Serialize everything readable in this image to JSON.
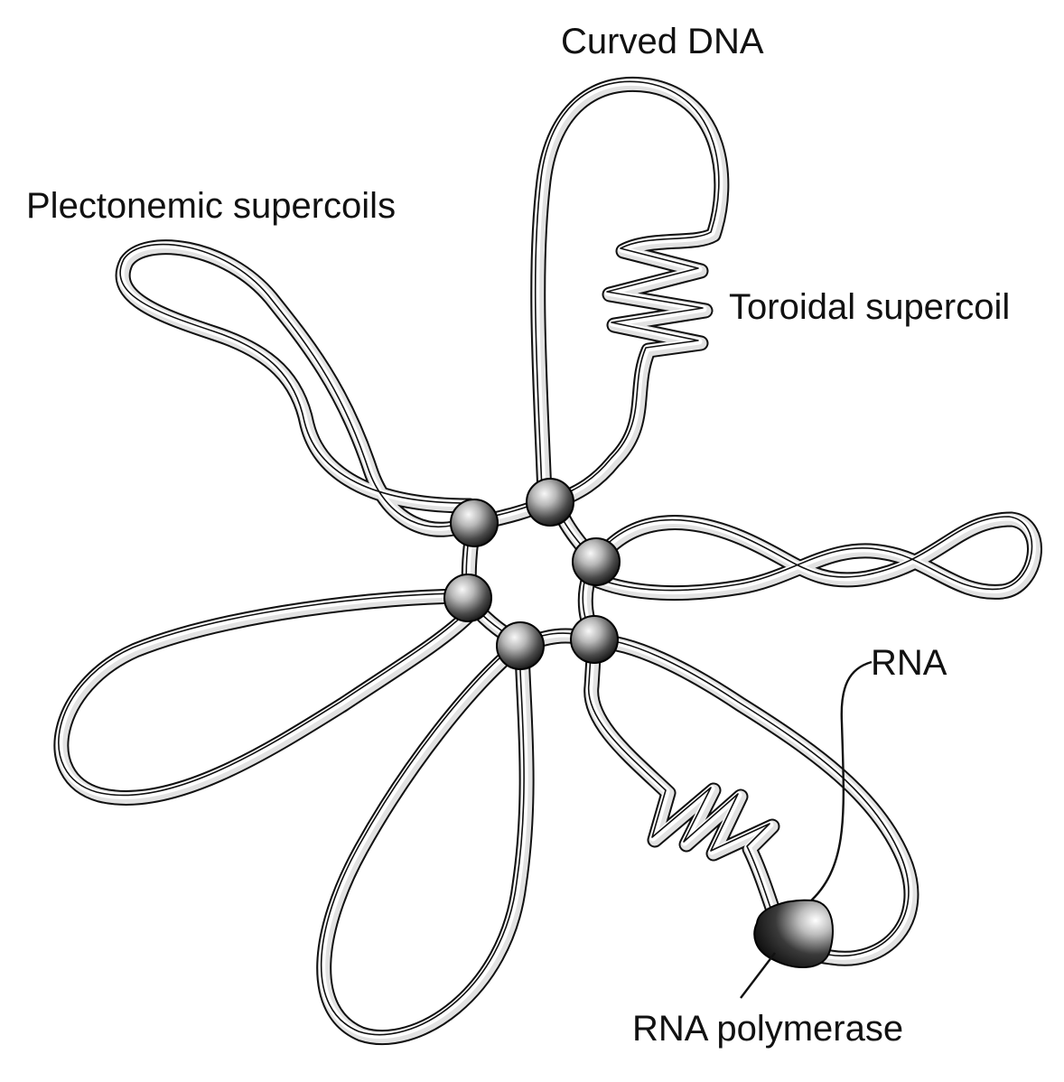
{
  "labels": {
    "curved_dna": "Curved DNA",
    "plectonemic": "Plectonemic supercoils",
    "toroidal": "Toroidal supercoil",
    "rna": "RNA",
    "rna_polymerase": "RNA polymerase"
  },
  "colors": {
    "ribbon_outline": "#111111",
    "ribbon_fill": "#ffffff",
    "ribbon_shade": "#e2e2e2",
    "bead_light": "#f4f4f4",
    "bead_dark": "#1a1a1a",
    "polymerase_dark": "#0d0d0d"
  }
}
